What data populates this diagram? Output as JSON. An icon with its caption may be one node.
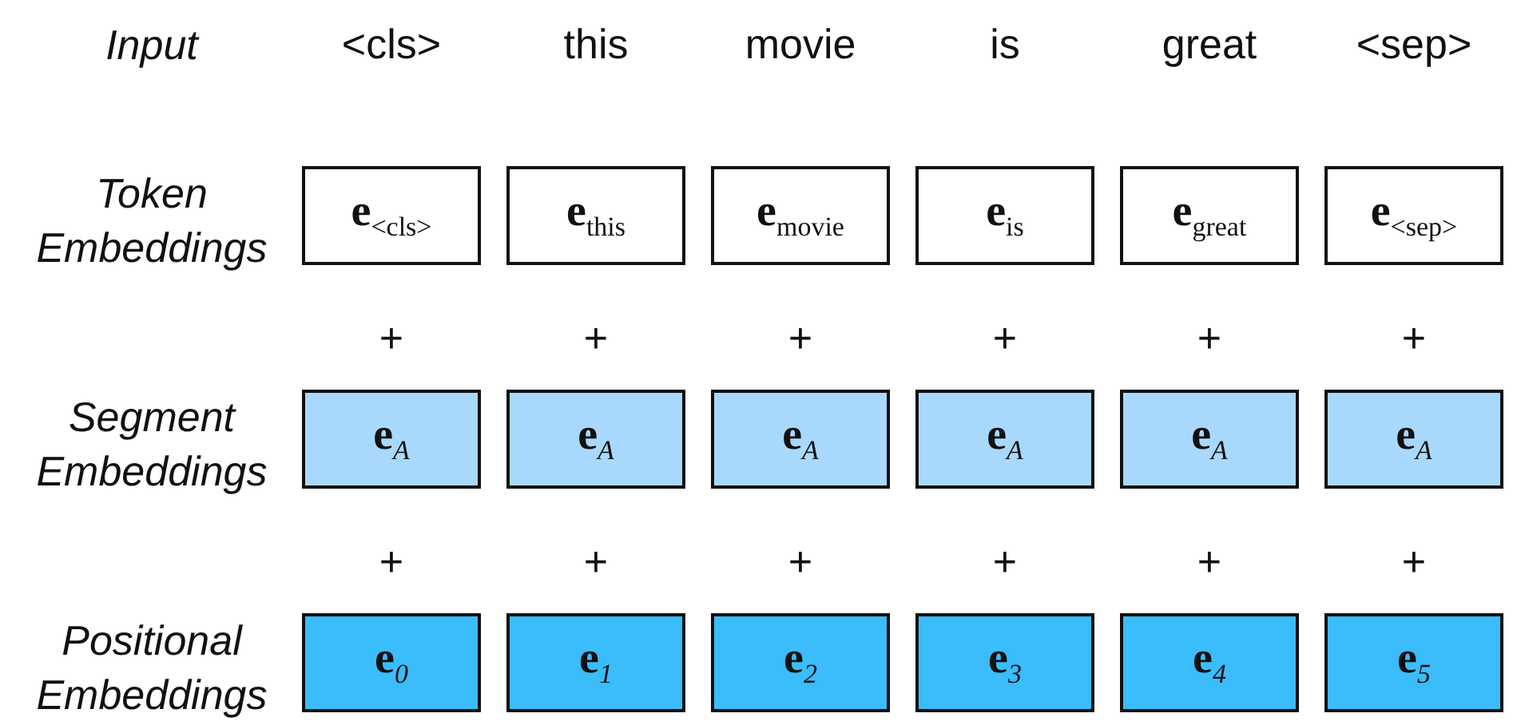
{
  "diagram": {
    "nodes": [
      {
        "text": [
          "**e**$_{<cls>}$"
        ]
      },
      {
        "text": [
          "**e**$_{this}$"
        ]
      },
      {
        "text": [
          "**e**$_{movie}$"
        ]
      },
      {
        "text": [
          "**e**$_{is}$"
        ]
      },
      {
        "text": [
          "**e**$_{great}$"
        ]
      },
      {
        "text": [
          "**e**$_{<sep>}$"
        ]
      },
      {
        "text": [
          "**e**$_{A}$"
        ]
      },
      {
        "text": [
          "**e**$_{A}$"
        ]
      },
      {
        "text": [
          "**e**$_{A}$"
        ]
      },
      {
        "text": [
          "**e**$_{A}$"
        ]
      },
      {
        "text": [
          "**e**$_{A}$"
        ]
      },
      {
        "text": [
          "**e**$_{A}$"
        ]
      },
      {
        "text": [
          "**e**$_{0}$"
        ]
      },
      {
        "text": [
          "**e**$_{1}$"
        ]
      },
      {
        "text": [
          "**e**$_{2}$"
        ]
      },
      {
        "text": [
          "**e**$_{3}$"
        ]
      },
      {
        "text": [
          "**e**$_{4}$"
        ]
      },
      {
        "text": [
          "**e**$_{5}$"
        ]
      }
    ],
    "edges": [],
    "labels": [
      "Input",
      "<cls>",
      "this",
      "movie",
      "is",
      "great",
      "<sep>",
      "Token Embeddings",
      "+",
      "+",
      "+",
      "+",
      "+",
      "+",
      "Segment Embeddings",
      "+",
      "+",
      "+",
      "+",
      "+",
      "+",
      "Positional Embeddings"
    ]
  }
}
